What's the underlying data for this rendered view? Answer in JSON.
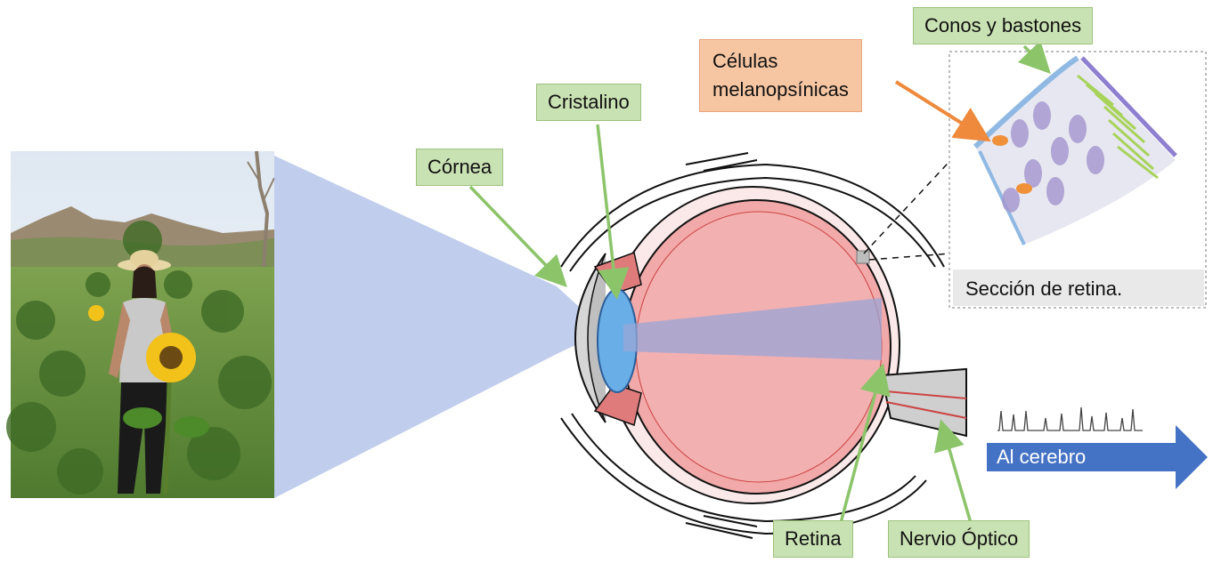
{
  "labels": {
    "cornea": "Córnea",
    "cristalino": "Cristalino",
    "melanopsin_line1": "Células",
    "melanopsin_line2": "melanopsínicas",
    "conos": "Conos y bastones",
    "retina": "Retina",
    "nervio": "Nervio Óptico",
    "seccion": "Sección de retina.",
    "cerebro": "Al cerebro"
  },
  "colors": {
    "label_green": "#c9e2b3",
    "label_orange": "#f6c6a3",
    "light_cone": "#b9c8ea",
    "eye_body": "#f2a9a9",
    "lens": "#6aaee8",
    "arrow_blue": "#4472c4",
    "pointer_green": "#8cc46a",
    "pointer_orange": "#ef8a3c"
  },
  "icons": {
    "photo": "sunflower-field-photo",
    "eye": "eye-cross-section",
    "retina_zoom": "retina-cells-illustration",
    "spike_train": "neural-spike-train"
  }
}
